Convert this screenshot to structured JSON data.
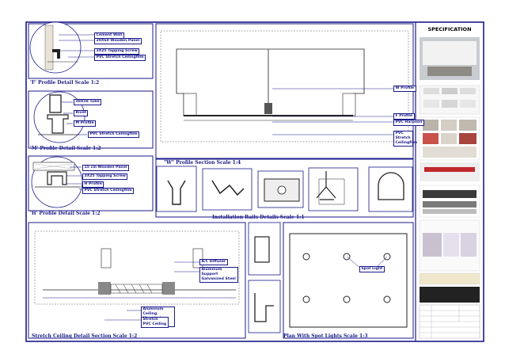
{
  "colors": {
    "frame": "#1a1a8a",
    "line": "#222222",
    "accent_red": "#c0282c",
    "beige": "#efe6cc"
  },
  "spec": {
    "title": "SPECIFICATION"
  },
  "f_detail": {
    "title": "'F' Profile Detail    Scale 1:2",
    "tags": [
      "Cement Wall",
      "20X60 Wooden Panel",
      "3X25 Tapping Screw",
      "PVC Stretch Ceilingfilm"
    ]
  },
  "m_detail": {
    "title": "'M' Profile Detail    Scale 1:2",
    "tags": [
      "38X58 Tube",
      "Rivet",
      "M Profile",
      "PVC Stretch Ceilingfilm"
    ]
  },
  "h_detail": {
    "title": "'H' Profile Detail    Scale 1:2",
    "tags": [
      "15 cm Wooden Panel",
      "3X25 Tapping Screw",
      "H Profile",
      "PVC Stretch Ceilingfilm"
    ]
  },
  "w_section": {
    "title": "\"W\" Profile Section    Scale 1:4",
    "tags": [
      "W Profile",
      "F Profile",
      "PVC Harpoon",
      "PVC Stretch Ceilingfilm"
    ]
  },
  "rails": {
    "title": "Installation Rails Details      Scale 1:1"
  },
  "stretch_section": {
    "title": "Stretch Ceiling Detail Section    Scale 1:2",
    "tags": [
      "A/C Diffuser",
      "Aluminum Support Galvanized Steel",
      "Aluminum Ceiling Mounted Frame",
      "Stretch PVC Ceiling"
    ]
  },
  "plan": {
    "title": "Plan With Spot Lights    Scale 1:3",
    "tags": [
      "Spot Light"
    ]
  }
}
